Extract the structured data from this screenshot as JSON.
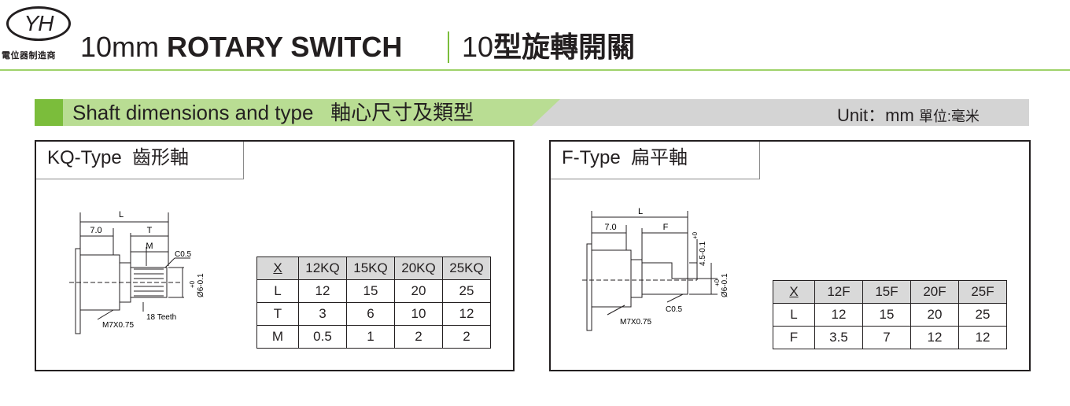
{
  "header": {
    "logo_text": "YH",
    "logo_subtitle": "電位器制造商",
    "title_num": "10mm ",
    "title_en": "ROTARY SWITCH",
    "title_zh_num": "10",
    "title_zh": "型旋轉開關"
  },
  "section": {
    "title": "Shaft dimensions and type   軸心尺寸及類型",
    "unit": "Unit：mm ",
    "unit_zh": "單位:毫米"
  },
  "colors": {
    "accent_green": "#7bbd3b",
    "light_green": "#b9dd93",
    "band_gray": "#d4d4d4"
  },
  "kq": {
    "tab": "KQ-Type  齒形軸",
    "dims": {
      "L": "L",
      "seven": "7.0",
      "T": "T",
      "M": "M",
      "c05": "C0.5",
      "d6": "Ø6-0.1",
      "d6_tol": "+0",
      "m7": "M7X0.75",
      "teeth": "18 Teeth"
    },
    "table": {
      "header": [
        "X",
        "12KQ",
        "15KQ",
        "20KQ",
        "25KQ"
      ],
      "rows": [
        [
          "L",
          "12",
          "15",
          "20",
          "25"
        ],
        [
          "T",
          "3",
          "6",
          "10",
          "12"
        ],
        [
          "M",
          "0.5",
          "1",
          "2",
          "2"
        ]
      ]
    }
  },
  "f": {
    "tab": "F-Type  扁平軸",
    "dims": {
      "L": "L",
      "seven": "7.0",
      "F": "F",
      "d45": "4.5-0.1",
      "d45_tol": "+0",
      "d6": "Ø6-0.1",
      "d6_tol": "+0",
      "m7": "M7X0.75",
      "c05": "C0.5"
    },
    "table": {
      "header": [
        "X",
        "12F",
        "15F",
        "20F",
        "25F"
      ],
      "rows": [
        [
          "L",
          "12",
          "15",
          "20",
          "25"
        ],
        [
          "F",
          "3.5",
          "7",
          "12",
          "12"
        ]
      ]
    }
  }
}
